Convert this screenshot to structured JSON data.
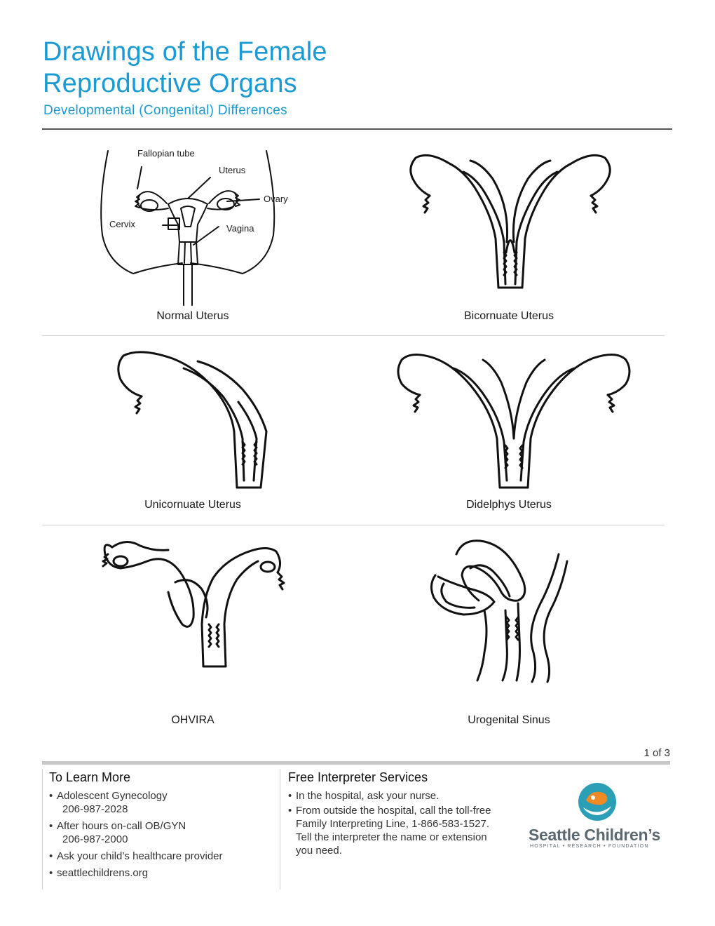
{
  "header": {
    "title_line1": "Drawings of the Female",
    "title_line2": "Reproductive Organs",
    "subtitle": "Developmental (Congenital) Differences"
  },
  "normal_labels": {
    "fallopian_tube": "Fallopian tube",
    "uterus": "Uterus",
    "ovary": "Ovary",
    "cervix": "Cervix",
    "vagina": "Vagina"
  },
  "drawings": [
    {
      "caption": "Normal Uterus"
    },
    {
      "caption": "Bicornuate Uterus"
    },
    {
      "caption": "Unicornuate Uterus"
    },
    {
      "caption": "Didelphys Uterus"
    },
    {
      "caption": "OHVIRA"
    },
    {
      "caption": "Urogenital Sinus"
    }
  ],
  "page_number": "1 of 3",
  "learn_more": {
    "heading": "To Learn More",
    "items": [
      {
        "text": "Adolescent Gynecology",
        "sub": "206-987-2028"
      },
      {
        "text": "After hours on-call OB/GYN",
        "sub": "206-987-2000"
      },
      {
        "text": "Ask your child’s healthcare provider",
        "sub": ""
      },
      {
        "text": "seattlechildrens.org",
        "sub": ""
      }
    ]
  },
  "interpreter": {
    "heading": "Free Interpreter Services",
    "items": [
      {
        "text": "In the hospital, ask your nurse."
      },
      {
        "text": "From outside the hospital, call the toll-free Family Interpreting Line, 1-866-583-1527. Tell the interpreter the name or extension you need."
      }
    ]
  },
  "logo": {
    "name": "Seattle Children’s",
    "tagline": "HOSPITAL • RESEARCH • FOUNDATION",
    "colors": {
      "teal": "#2a9fb6",
      "orange": "#f08a24",
      "gray": "#5c6870"
    }
  },
  "colors": {
    "accent": "#1b9ad3"
  }
}
